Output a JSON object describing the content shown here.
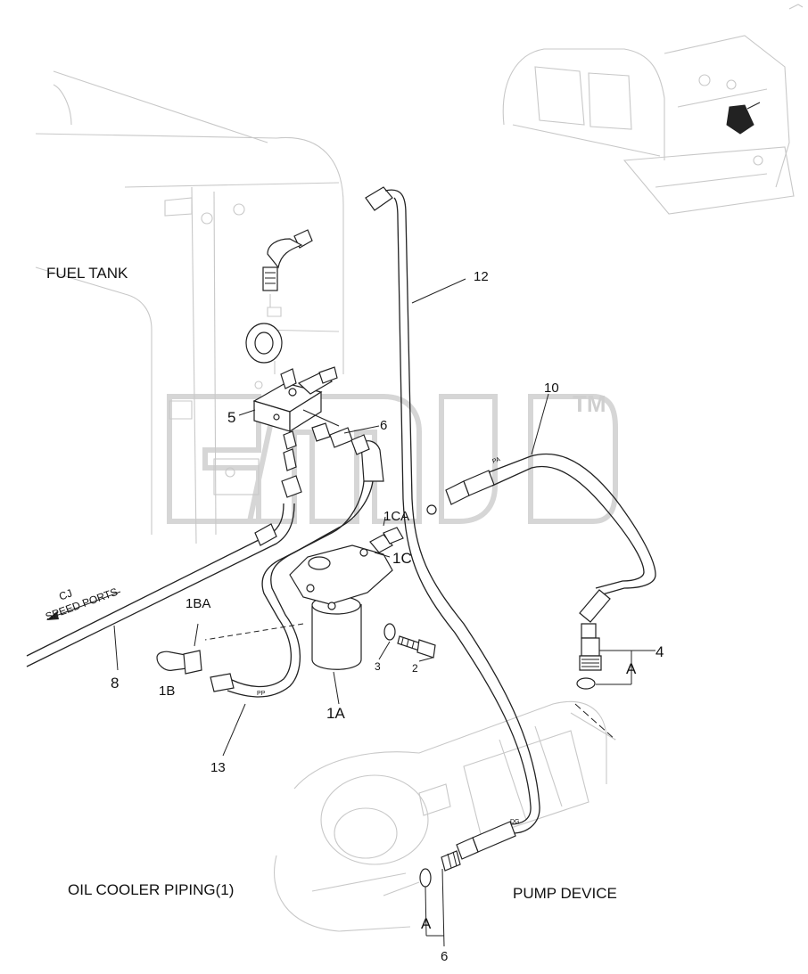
{
  "sections": {
    "fuel_tank": "FUEL TANK",
    "oil_cooler": "OIL COOLER PIPING(1)",
    "pump_device": "PUMP DEVICE",
    "speed_ports": [
      "CJ",
      "SPEED PORTS"
    ]
  },
  "callouts": {
    "c12": "12",
    "c10": "10",
    "c5": "5",
    "c6_top": "6",
    "c1ca": "1CA",
    "c1c": "1C",
    "c1ba": "1BA",
    "c1b": "1B",
    "c8": "8",
    "c1a": "1A",
    "c3": "3",
    "c2": "2",
    "c13": "13",
    "c4": "4",
    "c6_bottom": "6",
    "detail_a_right": "A",
    "detail_a_bottom": "A"
  },
  "hose_marks": {
    "pa": "PA",
    "pp": "PP",
    "dg": "DG"
  },
  "watermark": {
    "tm": "TM"
  }
}
